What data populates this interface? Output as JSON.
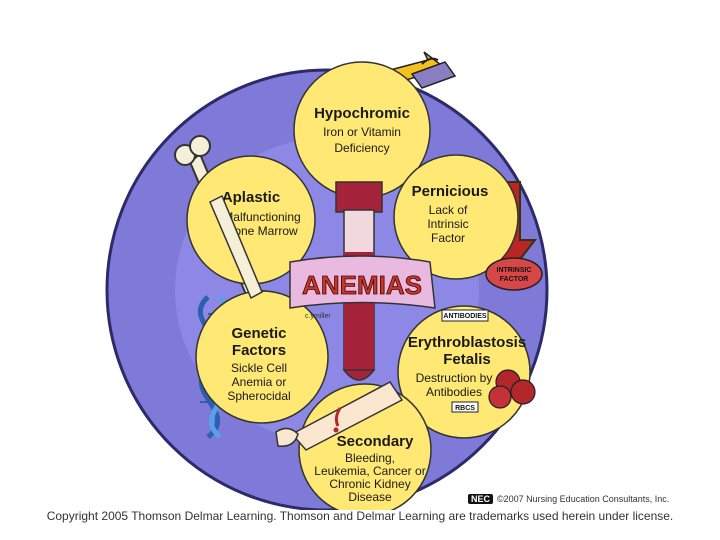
{
  "center": {
    "label": "ANEMIAS",
    "artist": "c.ymiller"
  },
  "nodes": [
    {
      "id": "hypochromic",
      "title": "Hypochromic",
      "lines": [
        "Iron or Vitamin",
        "Deficiency"
      ]
    },
    {
      "id": "pernicious",
      "title": "Pernicious",
      "lines": [
        "Lack of",
        "Intrinsic",
        "Factor"
      ]
    },
    {
      "id": "erythroblastosis",
      "title": "Erythroblastosis",
      "title2": "Fetalis",
      "lines": [
        "Destruction by",
        "Antibodies"
      ]
    },
    {
      "id": "secondary",
      "title": "Secondary",
      "lines": [
        "Bleeding,",
        "Leukemia, Cancer or",
        "Chronic Kidney",
        "Disease"
      ]
    },
    {
      "id": "genetic",
      "title": "Genetic",
      "title2": "Factors",
      "lines": [
        "Sickle Cell",
        "Anemia or",
        "Spherocidal"
      ]
    },
    {
      "id": "aplastic",
      "title": "Aplastic",
      "lines": [
        "Malfunctioning",
        "Bone Marrow"
      ]
    }
  ],
  "tags": {
    "intrinsic_factor": [
      "INTRINSIC",
      "FACTOR"
    ],
    "antibodies": "ANTIBODIES",
    "rbcs": "RBCS"
  },
  "credit": {
    "logo": "NEC",
    "text": "©2007 Nursing Education Consultants, Inc."
  },
  "copyright": "Copyright 2005 Thomson Delmar Learning. Thomson and Delmar Learning are trademarks used herein under license.",
  "colors": {
    "ring": "#7f7ad8",
    "node": "#ffe873",
    "tube_glass": "#f1d8de",
    "blood": "#a5233a",
    "banner": "#e9b9df",
    "banner_text": "#c0392b"
  }
}
